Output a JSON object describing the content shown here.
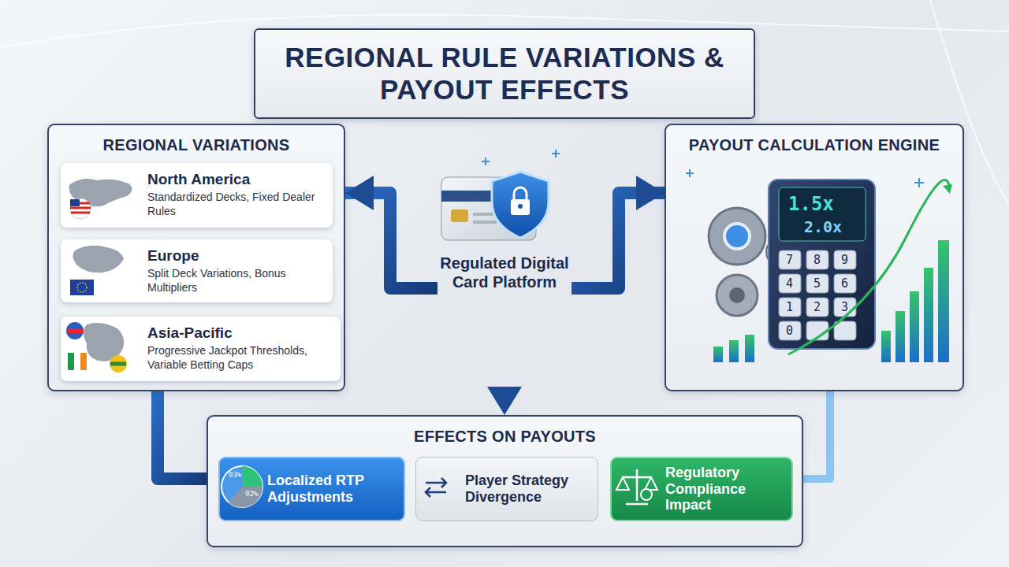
{
  "diagram": {
    "title": "REGIONAL RULE VARIATIONS & PAYOUT EFFECTS",
    "nodes": [
      {
        "text": [
          "REGIONAL VARIATIONS"
        ]
      },
      {
        "text": [
          "North America",
          "Standardized Decks, Fixed Dealer Rules"
        ],
        "in": 0
      },
      {
        "text": [
          "Europe",
          "Split Deck Variations, Bonus Multipliers"
        ],
        "in": 0
      },
      {
        "text": [
          "Asia-Pacific",
          "Progressive Jackpot Thresholds, Variable Betting Caps"
        ],
        "in": 0
      },
      {
        "text": [
          "Regulated Digital Card Platform"
        ]
      },
      {
        "text": [
          "PAYOUT CALCULATION ENGINE"
        ]
      },
      {
        "text": [
          "EFFECTS ON PAYOUTS"
        ]
      },
      {
        "text": [
          "Localized RTP Adjustments"
        ],
        "in": 6
      },
      {
        "text": [
          "Player Strategy Divergence"
        ],
        "in": 6
      },
      {
        "text": [
          "Regulatory Compliance Impact"
        ],
        "in": 6
      }
    ],
    "edges": [
      {
        "from": 4,
        "to": 0,
        "arrow": "to"
      },
      {
        "from": 4,
        "to": 5,
        "arrow": "to"
      },
      {
        "from": 4,
        "to": 6,
        "arrow": "to"
      },
      {
        "from": 0,
        "to": 6,
        "arrow": "none"
      },
      {
        "from": 5,
        "to": 6,
        "arrow": "none"
      }
    ],
    "labels": [
      "1.5x",
      "2.0x",
      "7",
      "8",
      "9",
      "4",
      "5",
      "6",
      "1",
      "2",
      "3",
      "0",
      "93%",
      "92%"
    ]
  }
}
